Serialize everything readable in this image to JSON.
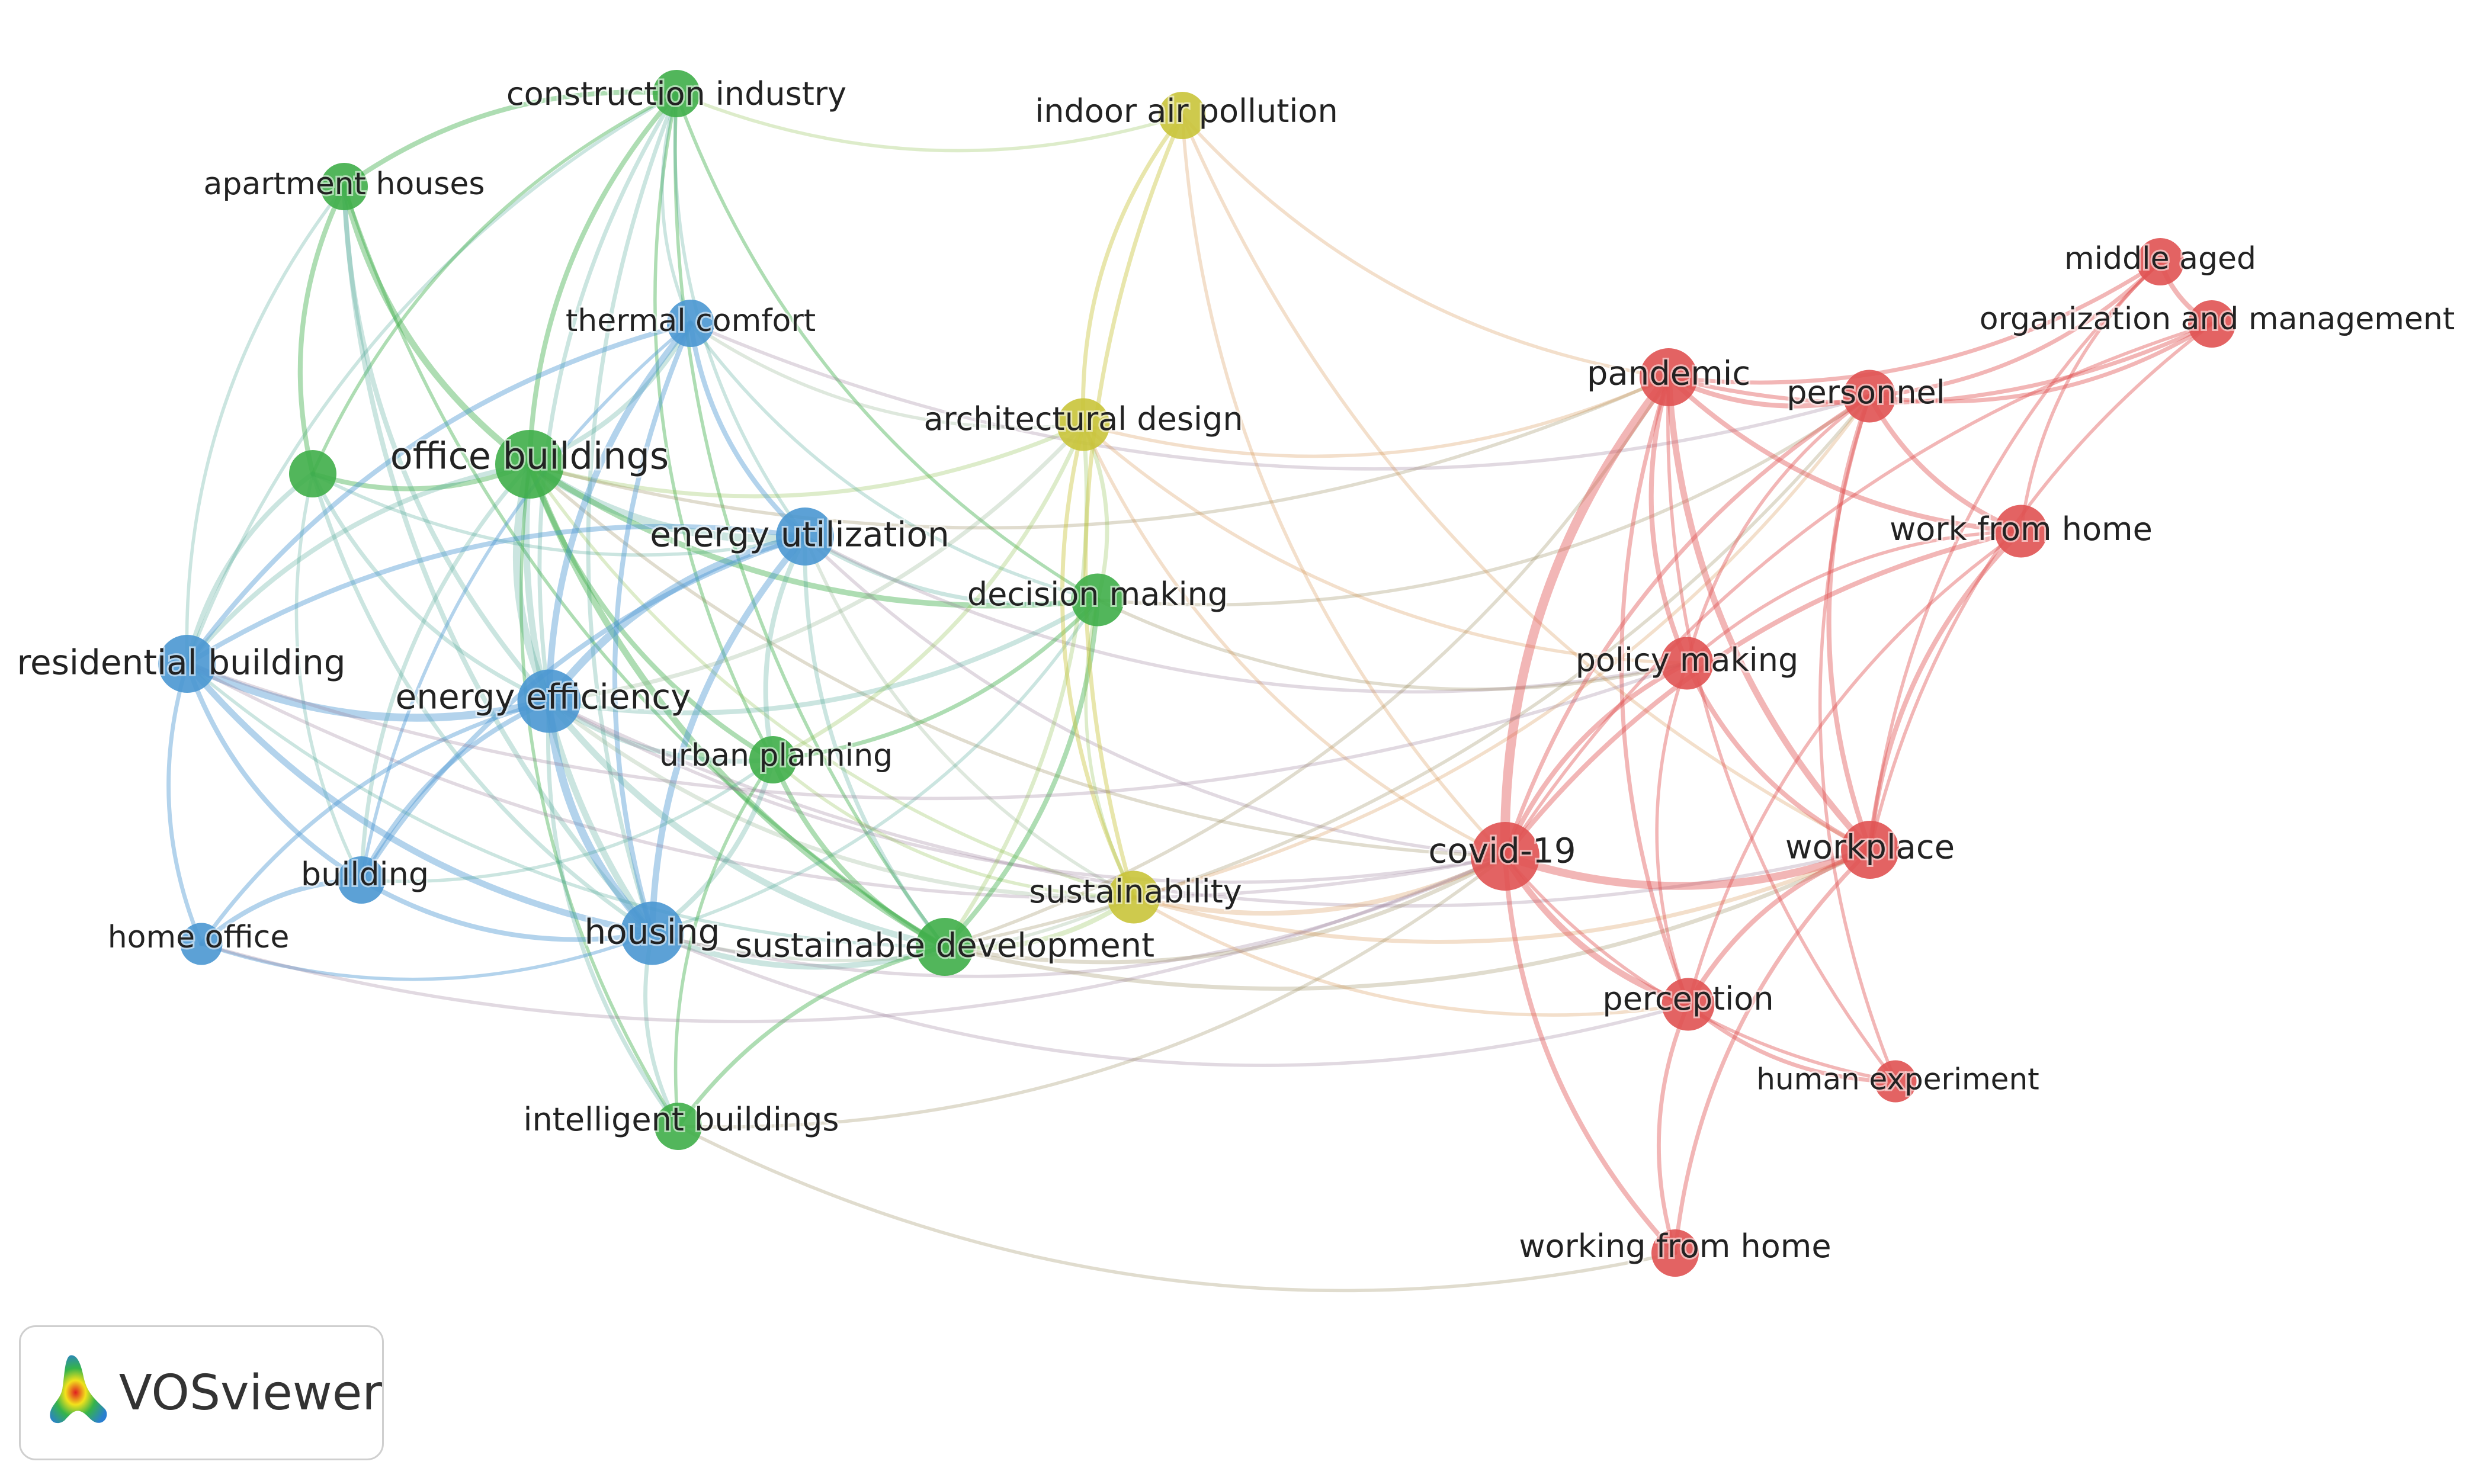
{
  "clusters": {
    "red": "#e05252",
    "green": "#3fae49",
    "blue": "#4a97d2",
    "yellow": "#c9c43a"
  },
  "nodes": [
    {
      "id": "construction-industry",
      "label": "construction industry",
      "cluster": "green",
      "weight": 2
    },
    {
      "id": "apartment-houses",
      "label": "apartment houses",
      "cluster": "green",
      "weight": 2
    },
    {
      "id": "unlabeled-green",
      "label": "",
      "cluster": "green",
      "weight": 2
    },
    {
      "id": "office-buildings",
      "label": "office buildings",
      "cluster": "green",
      "weight": 4
    },
    {
      "id": "thermal-comfort",
      "label": "thermal comfort",
      "cluster": "blue",
      "weight": 2
    },
    {
      "id": "energy-utilization",
      "label": "energy utilization",
      "cluster": "blue",
      "weight": 3
    },
    {
      "id": "residential-building",
      "label": "residential building",
      "cluster": "blue",
      "weight": 3
    },
    {
      "id": "energy-efficiency",
      "label": "energy efficiency",
      "cluster": "blue",
      "weight": 3.5
    },
    {
      "id": "building",
      "label": "building",
      "cluster": "blue",
      "weight": 2
    },
    {
      "id": "home-office",
      "label": "home office",
      "cluster": "blue",
      "weight": 1.5
    },
    {
      "id": "housing",
      "label": "housing",
      "cluster": "blue",
      "weight": 3.5
    },
    {
      "id": "urban-planning",
      "label": "urban planning",
      "cluster": "green",
      "weight": 2
    },
    {
      "id": "intelligent-buildings",
      "label": "intelligent buildings",
      "cluster": "green",
      "weight": 2
    },
    {
      "id": "decision-making",
      "label": "decision making",
      "cluster": "green",
      "weight": 2.5
    },
    {
      "id": "sustainable-development",
      "label": "sustainable development",
      "cluster": "green",
      "weight": 3
    },
    {
      "id": "indoor-air-pollution",
      "label": "indoor air pollution",
      "cluster": "yellow",
      "weight": 2
    },
    {
      "id": "architectural-design",
      "label": "architectural design",
      "cluster": "yellow",
      "weight": 2.5
    },
    {
      "id": "sustainability",
      "label": "sustainability",
      "cluster": "yellow",
      "weight": 2.5
    },
    {
      "id": "pandemic",
      "label": "pandemic",
      "cluster": "red",
      "weight": 3
    },
    {
      "id": "personnel",
      "label": "personnel",
      "cluster": "red",
      "weight": 2.5
    },
    {
      "id": "middle-aged",
      "label": "middle aged",
      "cluster": "red",
      "weight": 2
    },
    {
      "id": "organization-and-management",
      "label": "organization and management",
      "cluster": "red",
      "weight": 2
    },
    {
      "id": "work-from-home",
      "label": "work from home",
      "cluster": "red",
      "weight": 2.5
    },
    {
      "id": "policy-making",
      "label": "policy making",
      "cluster": "red",
      "weight": 2.5
    },
    {
      "id": "covid-19",
      "label": "covid-19",
      "cluster": "red",
      "weight": 4
    },
    {
      "id": "workplace",
      "label": "workplace",
      "cluster": "red",
      "weight": 3
    },
    {
      "id": "perception",
      "label": "perception",
      "cluster": "red",
      "weight": 2.5
    },
    {
      "id": "human-experiment",
      "label": "human experiment",
      "cluster": "red",
      "weight": 1.5
    },
    {
      "id": "working-from-home",
      "label": "working from home",
      "cluster": "red",
      "weight": 2
    }
  ],
  "edges": [
    [
      "construction-industry",
      "apartment-houses",
      2
    ],
    [
      "construction-industry",
      "office-buildings",
      2
    ],
    [
      "construction-industry",
      "energy-efficiency",
      1.5
    ],
    [
      "construction-industry",
      "housing",
      1.5
    ],
    [
      "construction-industry",
      "residential-building",
      1
    ],
    [
      "construction-industry",
      "sustainable-development",
      1
    ],
    [
      "construction-industry",
      "decision-making",
      1
    ],
    [
      "construction-industry",
      "urban-planning",
      1
    ],
    [
      "construction-industry",
      "unlabeled-green",
      1
    ],
    [
      "construction-industry",
      "indoor-air-pollution",
      1
    ],
    [
      "construction-industry",
      "energy-utilization",
      1
    ],
    [
      "construction-industry",
      "thermal-comfort",
      1
    ],
    [
      "apartment-houses",
      "office-buildings",
      3
    ],
    [
      "apartment-houses",
      "unlabeled-green",
      2
    ],
    [
      "apartment-houses",
      "energy-efficiency",
      2
    ],
    [
      "apartment-houses",
      "housing",
      2
    ],
    [
      "apartment-houses",
      "residential-building",
      1
    ],
    [
      "apartment-houses",
      "sustainable-development",
      1
    ],
    [
      "unlabeled-green",
      "office-buildings",
      2
    ],
    [
      "unlabeled-green",
      "residential-building",
      2
    ],
    [
      "unlabeled-green",
      "energy-efficiency",
      1.5
    ],
    [
      "unlabeled-green",
      "housing",
      1.5
    ],
    [
      "unlabeled-green",
      "energy-utilization",
      1
    ],
    [
      "unlabeled-green",
      "building",
      1
    ],
    [
      "office-buildings",
      "energy-efficiency",
      4
    ],
    [
      "office-buildings",
      "energy-utilization",
      4
    ],
    [
      "office-buildings",
      "housing",
      3
    ],
    [
      "office-buildings",
      "thermal-comfort",
      2
    ],
    [
      "office-buildings",
      "sustainable-development",
      3
    ],
    [
      "office-buildings",
      "decision-making",
      2.5
    ],
    [
      "office-buildings",
      "urban-planning",
      2
    ],
    [
      "office-buildings",
      "residential-building",
      2
    ],
    [
      "office-buildings",
      "architectural-design",
      1.5
    ],
    [
      "office-buildings",
      "building",
      1.5
    ],
    [
      "office-buildings",
      "intelligent-buildings",
      1
    ],
    [
      "office-buildings",
      "sustainability",
      1
    ],
    [
      "office-buildings",
      "pandemic",
      1
    ],
    [
      "office-buildings",
      "covid-19",
      1
    ],
    [
      "thermal-comfort",
      "energy-efficiency",
      3
    ],
    [
      "thermal-comfort",
      "energy-utilization",
      2
    ],
    [
      "thermal-comfort",
      "residential-building",
      2
    ],
    [
      "thermal-comfort",
      "housing",
      2
    ],
    [
      "thermal-comfort",
      "building",
      1
    ],
    [
      "thermal-comfort",
      "architectural-design",
      1
    ],
    [
      "thermal-comfort",
      "personnel",
      1
    ],
    [
      "thermal-comfort",
      "decision-making",
      1
    ],
    [
      "energy-utilization",
      "energy-efficiency",
      4
    ],
    [
      "energy-utilization",
      "housing",
      3
    ],
    [
      "energy-utilization",
      "residential-building",
      2
    ],
    [
      "energy-utilization",
      "building",
      2
    ],
    [
      "energy-utilization",
      "urban-planning",
      2
    ],
    [
      "energy-utilization",
      "decision-making",
      1.5
    ],
    [
      "energy-utilization",
      "sustainable-development",
      1.5
    ],
    [
      "energy-utilization",
      "sustainability",
      1
    ],
    [
      "energy-utilization",
      "covid-19",
      1
    ],
    [
      "energy-utilization",
      "policy-making",
      1
    ],
    [
      "residential-building",
      "energy-efficiency",
      4
    ],
    [
      "residential-building",
      "housing",
      3
    ],
    [
      "residential-building",
      "building",
      2
    ],
    [
      "residential-building",
      "home-office",
      1.5
    ],
    [
      "residential-building",
      "sustainable-development",
      1
    ],
    [
      "residential-building",
      "covid-19",
      1
    ],
    [
      "energy-efficiency",
      "housing",
      4
    ],
    [
      "energy-efficiency",
      "building",
      2
    ],
    [
      "energy-efficiency",
      "home-office",
      1.5
    ],
    [
      "energy-efficiency",
      "urban-planning",
      2
    ],
    [
      "energy-efficiency",
      "sustainable-development",
      3
    ],
    [
      "energy-efficiency",
      "intelligent-buildings",
      1.5
    ],
    [
      "energy-efficiency",
      "decision-making",
      2
    ],
    [
      "energy-efficiency",
      "architectural-design",
      1.5
    ],
    [
      "energy-efficiency",
      "sustainability",
      1.5
    ],
    [
      "energy-efficiency",
      "covid-19",
      1
    ],
    [
      "energy-efficiency",
      "workplace",
      1
    ],
    [
      "building",
      "home-office",
      2
    ],
    [
      "building",
      "housing",
      2
    ],
    [
      "building",
      "urban-planning",
      1
    ],
    [
      "home-office",
      "housing",
      1
    ],
    [
      "housing",
      "urban-planning",
      2
    ],
    [
      "housing",
      "sustainable-development",
      2.5
    ],
    [
      "housing",
      "intelligent-buildings",
      1.5
    ],
    [
      "housing",
      "decision-making",
      1
    ],
    [
      "housing",
      "sustainability",
      1
    ],
    [
      "housing",
      "covid-19",
      1
    ],
    [
      "housing",
      "perception",
      1
    ],
    [
      "urban-planning",
      "sustainable-development",
      2
    ],
    [
      "urban-planning",
      "intelligent-buildings",
      1
    ],
    [
      "urban-planning",
      "decision-making",
      1.5
    ],
    [
      "urban-planning",
      "architectural-design",
      1.5
    ],
    [
      "urban-planning",
      "sustainability",
      1
    ],
    [
      "sustainable-development",
      "decision-making",
      2
    ],
    [
      "sustainable-development",
      "architectural-design",
      1.5
    ],
    [
      "sustainable-development",
      "intelligent-buildings",
      1.5
    ],
    [
      "sustainable-development",
      "sustainability",
      2
    ],
    [
      "sustainable-development",
      "covid-19",
      1.5
    ],
    [
      "sustainable-development",
      "workplace",
      1.5
    ],
    [
      "sustainable-development",
      "personnel",
      1
    ],
    [
      "sustainable-development",
      "pandemic",
      1
    ],
    [
      "decision-making",
      "architectural-design",
      1.5
    ],
    [
      "decision-making",
      "personnel",
      1
    ],
    [
      "decision-making",
      "policy-making",
      1
    ],
    [
      "decision-making",
      "sustainability",
      1
    ],
    [
      "indoor-air-pollution",
      "architectural-design",
      1.5
    ],
    [
      "indoor-air-pollution",
      "sustainability",
      1.5
    ],
    [
      "indoor-air-pollution",
      "covid-19",
      1
    ],
    [
      "indoor-air-pollution",
      "pandemic",
      1
    ],
    [
      "indoor-air-pollution",
      "workplace",
      1
    ],
    [
      "architectural-design",
      "sustainability",
      1.5
    ],
    [
      "architectural-design",
      "policy-making",
      1
    ],
    [
      "architectural-design",
      "covid-19",
      1
    ],
    [
      "architectural-design",
      "pandemic",
      1
    ],
    [
      "sustainability",
      "covid-19",
      2
    ],
    [
      "sustainability",
      "workplace",
      1.5
    ],
    [
      "sustainability",
      "personnel",
      1
    ],
    [
      "sustainability",
      "perception",
      1
    ],
    [
      "pandemic",
      "covid-19",
      5
    ],
    [
      "pandemic",
      "personnel",
      2
    ],
    [
      "pandemic",
      "workplace",
      3
    ],
    [
      "pandemic",
      "work-from-home",
      2
    ],
    [
      "pandemic",
      "policy-making",
      2
    ],
    [
      "pandemic",
      "middle-aged",
      1.5
    ],
    [
      "pandemic",
      "organization-and-management",
      1.5
    ],
    [
      "pandemic",
      "perception",
      1.5
    ],
    [
      "pandemic",
      "human-experiment",
      1
    ],
    [
      "personnel",
      "middle-aged",
      1.5
    ],
    [
      "personnel",
      "organization-and-management",
      1.5
    ],
    [
      "personnel",
      "work-from-home",
      2
    ],
    [
      "personnel",
      "workplace",
      2
    ],
    [
      "personnel",
      "covid-19",
      1.5
    ],
    [
      "personnel",
      "policy-making",
      1
    ],
    [
      "personnel",
      "human-experiment",
      1
    ],
    [
      "middle-aged",
      "organization-and-management",
      2
    ],
    [
      "middle-aged",
      "workplace",
      1
    ],
    [
      "middle-aged",
      "work-from-home",
      1
    ],
    [
      "organization-and-management",
      "workplace",
      1
    ],
    [
      "organization-and-management",
      "covid-19",
      1
    ],
    [
      "work-from-home",
      "covid-19",
      2
    ],
    [
      "work-from-home",
      "workplace",
      2
    ],
    [
      "work-from-home",
      "policy-making",
      1
    ],
    [
      "work-from-home",
      "perception",
      1
    ],
    [
      "policy-making",
      "covid-19",
      2
    ],
    [
      "policy-making",
      "workplace",
      2
    ],
    [
      "policy-making",
      "perception",
      1
    ],
    [
      "covid-19",
      "workplace",
      4
    ],
    [
      "covid-19",
      "perception",
      3
    ],
    [
      "covid-19",
      "working-from-home",
      2
    ],
    [
      "covid-19",
      "human-experiment",
      1
    ],
    [
      "workplace",
      "perception",
      2
    ],
    [
      "workplace",
      "working-from-home",
      1.5
    ],
    [
      "perception",
      "human-experiment",
      1.5
    ],
    [
      "perception",
      "working-from-home",
      1.5
    ],
    [
      "intelligent-buildings",
      "covid-19",
      1
    ],
    [
      "residential-building",
      "policy-making",
      1
    ],
    [
      "home-office",
      "covid-19",
      1
    ],
    [
      "intelligent-buildings",
      "working-from-home",
      1
    ]
  ],
  "logo": {
    "text": "VOSviewer",
    "icon": "vosviewer-logo-icon"
  }
}
